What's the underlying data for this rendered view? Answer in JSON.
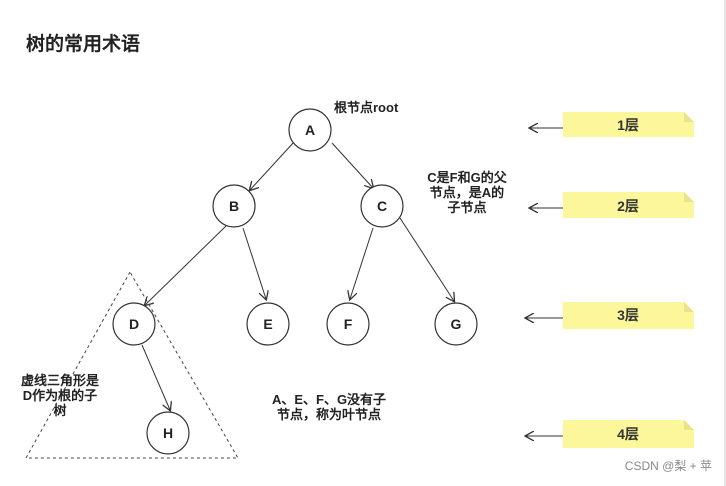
{
  "title": "树的常用术语",
  "nodes": {
    "A": "A",
    "B": "B",
    "C": "C",
    "D": "D",
    "E": "E",
    "F": "F",
    "G": "G",
    "H": "H"
  },
  "annotations": {
    "root": "根节点root",
    "parent_line1": "C是F和G的父",
    "parent_line2": "节点，是A的",
    "parent_line3": "子节点",
    "subtree_line1": "虚线三角形是",
    "subtree_line2": "D作为根的子",
    "subtree_line3": "树",
    "leaf_line1": "A、E、F、G没有子",
    "leaf_line2": "节点，称为叶节点"
  },
  "levels": [
    "1层",
    "2层",
    "3层",
    "4层"
  ],
  "watermark": "CSDN @梨 + 苹",
  "colors": {
    "node_fill": "#ffffff",
    "node_stroke": "#333333",
    "level_note_fill": "#fbf79a",
    "level_note_fold": "#e8e48a"
  }
}
